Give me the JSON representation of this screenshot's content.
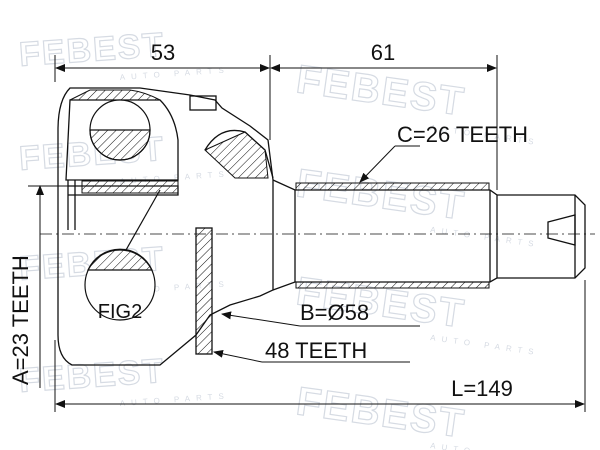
{
  "brand": {
    "watermark": "FEBEST",
    "watermark_sub": "AUTO PARTS",
    "watermark_color": "#d6dbe3"
  },
  "dimensions": {
    "outer_length": "53",
    "shaft_length": "61",
    "spline_c": "C=26 TEETH",
    "spline_a": "A=23 TEETH",
    "diameter_b": "B=Ø58",
    "abs_ring": "48 TEETH",
    "total_length": "L=149",
    "figure_label": "FIG2"
  },
  "colors": {
    "line": "#111111",
    "background": "#ffffff"
  }
}
